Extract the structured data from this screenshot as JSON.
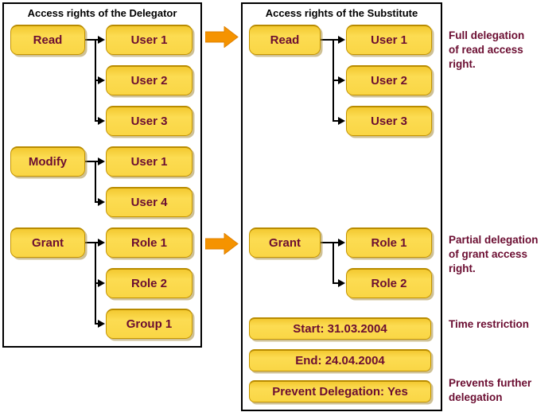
{
  "colors": {
    "box_fill": "#FBD845",
    "box_border": "#C49400",
    "box_text": "#6B0D31",
    "panel_border": "#000000",
    "connector": "#000000",
    "arrow_fill": "#F59300",
    "arrow_edge": "#DF8000",
    "annotation_text": "#6B0D31"
  },
  "left_panel": {
    "title": "Access rights of the Delegator",
    "groups": [
      {
        "parent": "Read",
        "row": 0,
        "children": [
          "User 1",
          "User 2",
          "User 3"
        ]
      },
      {
        "parent": "Modify",
        "row": 3,
        "children": [
          "User 1",
          "User 4"
        ]
      },
      {
        "parent": "Grant",
        "row": 5,
        "children": [
          "Role 1",
          "Role 2",
          "Group 1"
        ]
      }
    ]
  },
  "right_panel": {
    "title": "Access rights of the Substitute",
    "groups": [
      {
        "parent": "Read",
        "row": 0,
        "children": [
          "User 1",
          "User 2",
          "User 3"
        ]
      },
      {
        "parent": "Grant",
        "row": 5,
        "children": [
          "Role 1",
          "Role 2"
        ]
      }
    ],
    "info_boxes": [
      {
        "label": "Start: 31.03.2004"
      },
      {
        "label": "End: 24.04.2004"
      },
      {
        "label": "Prevent Delegation: Yes"
      }
    ]
  },
  "arrows": [
    {
      "name": "delegation-arrow-read"
    },
    {
      "name": "delegation-arrow-grant"
    }
  ],
  "annotations": [
    {
      "lines": [
        "Full delegation",
        "of read access",
        "right."
      ]
    },
    {
      "lines": [
        "Partial delegation",
        "of grant access",
        "right."
      ]
    },
    {
      "lines": [
        "Time restriction"
      ]
    },
    {
      "lines": [
        "Prevents further",
        "delegation"
      ]
    }
  ]
}
